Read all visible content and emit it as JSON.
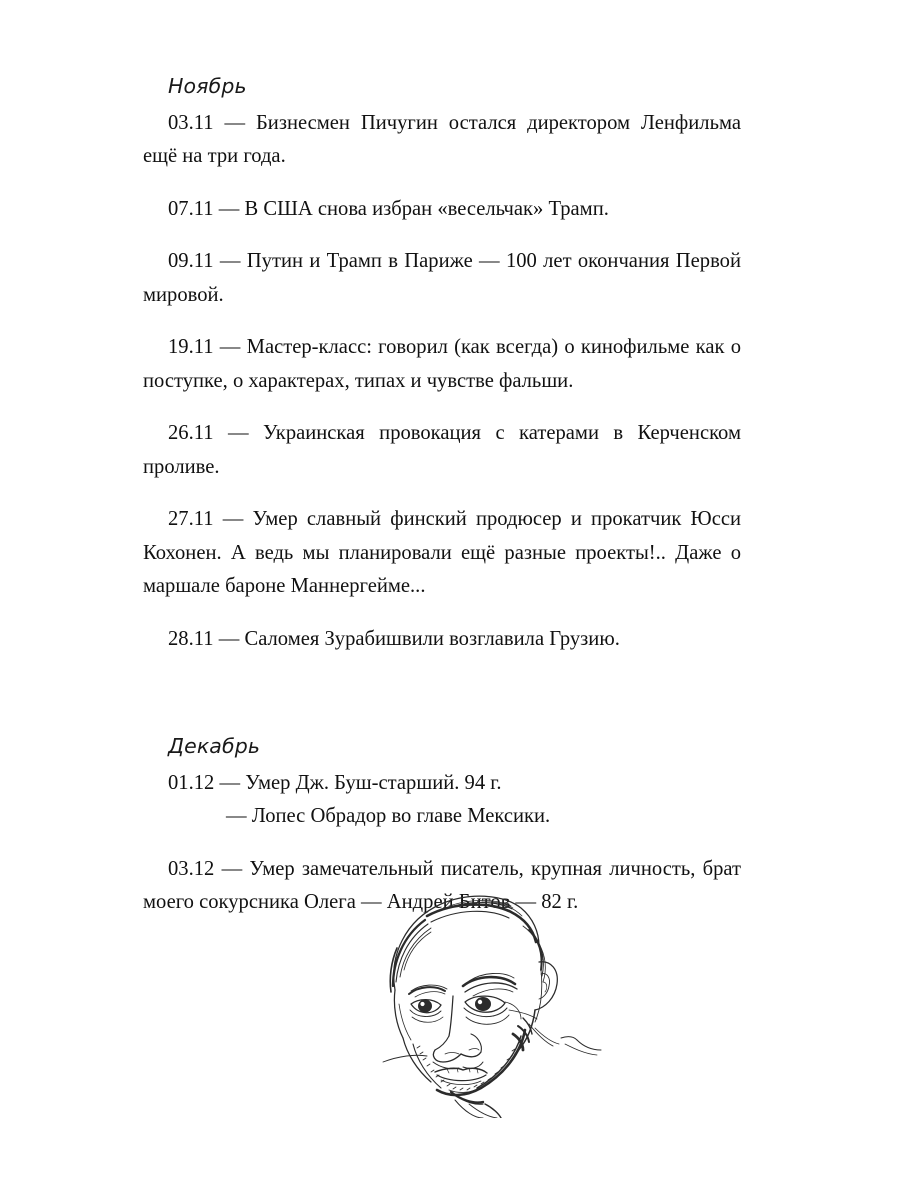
{
  "page": {
    "language": "ru",
    "background_color": "#ffffff",
    "text_color": "#111111"
  },
  "sections": [
    {
      "heading": "Ноябрь",
      "entries": [
        {
          "text": "03.11 — Бизнесмен Пичугин остался директором Лен­фильма ещё на три года."
        },
        {
          "text": "07.11 — В США снова избран «весельчак» Трамп."
        },
        {
          "text": "09.11 — Путин и Трамп в Париже — 100 лет окончания Первой мировой."
        },
        {
          "text": "19.11 — Мастер-класс: говорил (как всегда) о кинофиль­ме как о поступке, о характерах, типах и чувстве фальши."
        },
        {
          "text": "26.11 — Украинская провокация с катерами в Керчен­ском проливе."
        },
        {
          "text": "27.11 — Умер славный финский продюсер и прокатчик Юсси Кохонен. А ведь мы планировали ещё разные про­екты!.. Даже о маршале бароне Маннергейме..."
        },
        {
          "text": "28.11 — Саломея Зурабишвили возглавила Грузию."
        }
      ]
    },
    {
      "heading": "Декабрь",
      "entries": [
        {
          "text": "01.12 — Умер Дж. Буш-старший. 94 г.",
          "sub_line": "— Лопес Обрадор во главе Мексики."
        },
        {
          "text": "03.12 — Умер замечательный писатель, крупная лич­ность, брат моего сокурсника Олега — Андрей Битов — 82 г."
        }
      ]
    }
  ],
  "illustration": {
    "label": "Портрет пожилого мужчины — рисунок пером",
    "icon": "portrait-sketch",
    "ink_color": "#2b2b2b"
  }
}
